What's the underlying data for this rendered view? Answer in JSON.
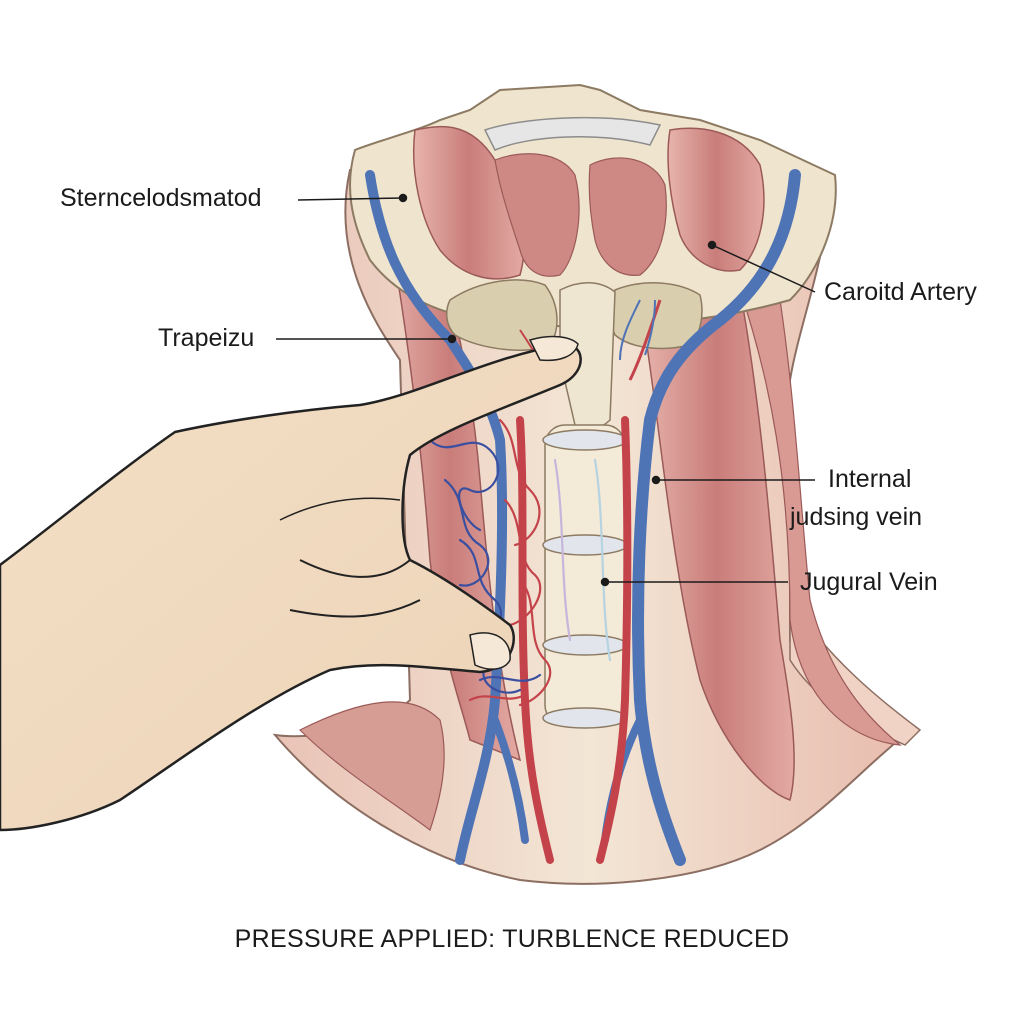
{
  "labels": {
    "sternocleido": "Sterncelodsmatod",
    "trapezius": "Trapeizu",
    "carotid": "Caroitd Artery",
    "internal_line1": "Internal",
    "internal_line2": "judsing vein",
    "jugular": "Jugural Vein"
  },
  "caption": "PRESSURE APPLIED: TURBLENCE REDUCED",
  "colors": {
    "background": "#ffffff",
    "muscle": "#cf8a86",
    "bone": "#f1e7d2",
    "vein": "#4f74b6",
    "artery": "#c4434b",
    "skin": "#f1dcc2"
  }
}
